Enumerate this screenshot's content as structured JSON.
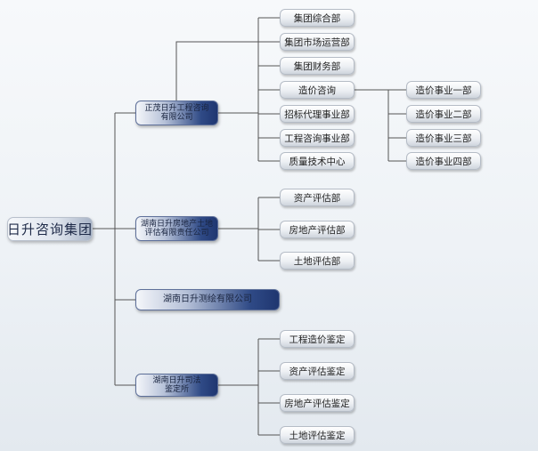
{
  "root": {
    "label": "日升咨询集团"
  },
  "companies": [
    {
      "label": "正茂日升工程咨询\n有限公司",
      "departments": [
        {
          "label": "集团综合部"
        },
        {
          "label": "集团市场运营部"
        },
        {
          "label": "集团财务部"
        },
        {
          "label": "造价咨询",
          "sub": [
            "造价事业一部",
            "造价事业二部",
            "造价事业三部",
            "造价事业四部"
          ]
        },
        {
          "label": "招标代理事业部"
        },
        {
          "label": "工程咨询事业部"
        },
        {
          "label": "质量技术中心"
        }
      ]
    },
    {
      "label": "湖南日升房地产土地\n评估有限责任公司",
      "departments": [
        {
          "label": "资产评估部"
        },
        {
          "label": "房地产评估部"
        },
        {
          "label": "土地评估部"
        }
      ]
    },
    {
      "label": "湖南日升测绘有限公司",
      "departments": []
    },
    {
      "label": "湖南日升司法\n鉴定所",
      "departments": [
        {
          "label": "工程造价鉴定"
        },
        {
          "label": "资产评估鉴定"
        },
        {
          "label": "房地产评估鉴定"
        },
        {
          "label": "土地评估鉴定"
        }
      ]
    }
  ]
}
